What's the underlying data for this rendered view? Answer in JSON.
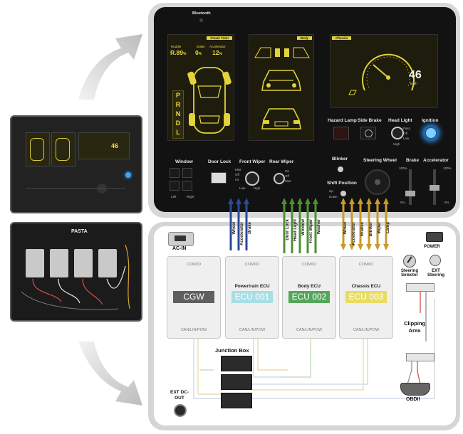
{
  "panel": {
    "bluetooth": "Bluetooth",
    "powertrain_tag": "Power Train",
    "body_tag": "Body",
    "chassis_tag": "Chassis",
    "rudder_label": "Rudder",
    "rudder_value": "R.89",
    "rudder_unit": "%",
    "brake_label": "Brake",
    "brake_value": "0",
    "brake_unit": "%",
    "accel_label": "Accelerator",
    "accel_value": "12",
    "accel_unit": "%",
    "gears": [
      "P",
      "R",
      "N",
      "D",
      "L"
    ],
    "speed_value": "46",
    "speed_unit": "km/h",
    "hazard_lamp": "Hazard Lamp",
    "side_brake": "Side Brake",
    "head_light": "Head Light",
    "head_light_options": [
      "Pass",
      "Off",
      "Low"
    ],
    "head_light_high": "High",
    "ignition": "Ignition",
    "window": "Window",
    "window_left": "Left",
    "window_right": "Right",
    "door_lock": "Door Lock",
    "front_wiper": "Front Wiper",
    "front_wiper_options": [
      "Mist",
      "Off",
      "Int",
      "Low",
      "High"
    ],
    "rear_wiper": "Rear Wiper",
    "rear_wiper_options": [
      "On",
      "Off",
      "Mist"
    ],
    "blinker": "Blinker",
    "shift_position": "Shift Position",
    "shift_options": [
      "Up",
      "Down"
    ],
    "steering_wheel": "Steering Wheel",
    "brake": "Brake",
    "accelerator": "Accelerator",
    "scale_top": "100%",
    "scale_bottom": "0%"
  },
  "wires": {
    "powertrain": [
      "Wheel",
      "Accelerator",
      "Brake"
    ],
    "body": [
      "Door Lock",
      "Head Light",
      "Window",
      "Front Wiper",
      "Washer"
    ],
    "chassis": [
      "Wheel",
      "Accelerator",
      "Brakes",
      "Blinker",
      "Wiper",
      "Lamp"
    ]
  },
  "board": {
    "ac_in": "AC-IN",
    "power": "POWER",
    "steering_selector": "Steering Selector",
    "ext_steering": "EXT Steering",
    "clipping_area": "Clipping Area",
    "obdii": "OBDII",
    "junction_box": "Junction Box",
    "ext_dc_out": "EXT DC-OUT",
    "ecus": [
      {
        "com": "COM/IO",
        "name": "",
        "box": "CGW",
        "can": "CAN/LIN/POW"
      },
      {
        "com": "COM/IO",
        "name": "Powertrain ECU",
        "box": "ECU 001",
        "can": "CAN/LIN/POW"
      },
      {
        "com": "COM/IO",
        "name": "Body ECU",
        "box": "ECU 002",
        "can": "CAN/LIN/POW"
      },
      {
        "com": "COM/IO",
        "name": "Chassis ECU",
        "box": "ECU 003",
        "can": "CAN/LIN/POW"
      }
    ]
  },
  "photo": {
    "brand": "PASTA"
  },
  "colors": {
    "powertrain_wire": "#2a4a9a",
    "body_wire": "#4f8f33",
    "chassis_wire": "#c89b2a",
    "cgw_box": "#5f5f5f",
    "ecu001_box": "#a9dde4",
    "ecu002_box": "#55a65a",
    "ecu003_box": "#e9dc63"
  }
}
